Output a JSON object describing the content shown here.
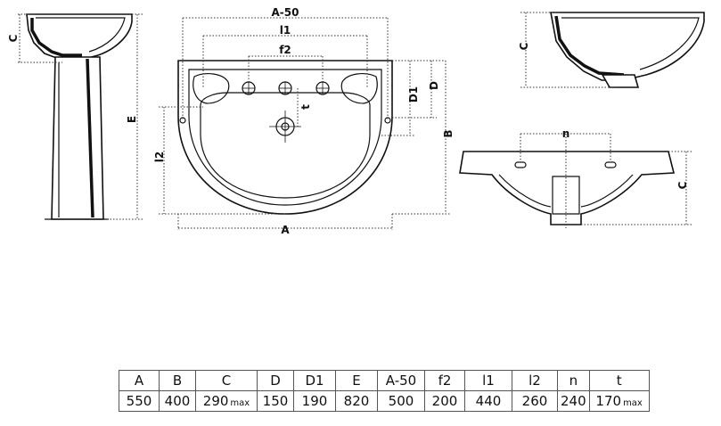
{
  "labels": {
    "c_left": "C",
    "e": "E",
    "a50": "A-50",
    "l1": "l1",
    "f2": "f2",
    "d1": "D1",
    "d": "D",
    "t": "t",
    "b": "B",
    "l2": "l2",
    "a": "A",
    "c_right_top": "C",
    "n": "n",
    "c_right_bottom": "C"
  },
  "table": {
    "headers": [
      "A",
      "B",
      "C",
      "D",
      "D1",
      "E",
      "A-50",
      "f2",
      "l1",
      "l2",
      "n",
      "t"
    ],
    "values": [
      "550",
      "400",
      "290",
      "150",
      "190",
      "820",
      "500",
      "200",
      "440",
      "260",
      "240",
      "170"
    ],
    "c_suffix": "max",
    "t_suffix": "max"
  }
}
